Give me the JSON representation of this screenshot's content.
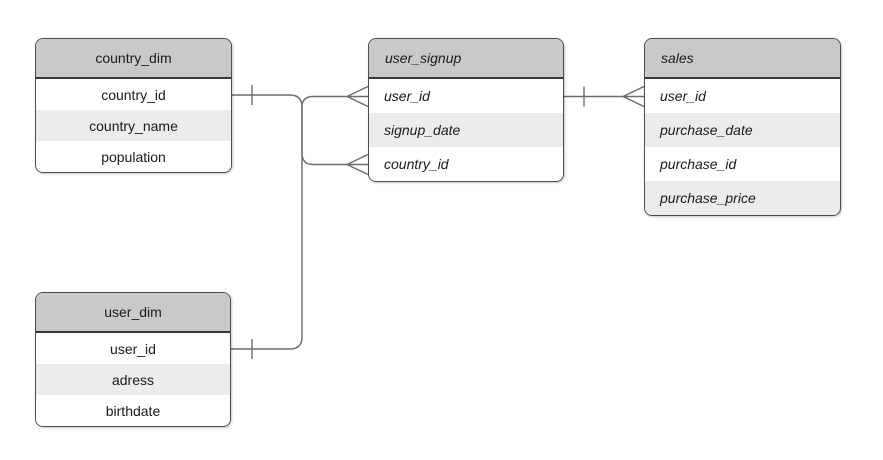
{
  "diagram": {
    "type": "entity-relationship",
    "colors": {
      "canvas_background": "#ffffff",
      "header_fill": "#c9c9c9",
      "row_fill": "#ffffff",
      "row_alt_fill": "#ececec",
      "table_border": "#4d4d4d",
      "header_divider": "#373737",
      "connector_line": "#6b6b6b",
      "text": "#1a1a1a"
    },
    "tables": [
      {
        "title": "country_dim",
        "fields": [
          "country_id",
          "country_name",
          "population"
        ]
      },
      {
        "title": "user_signup",
        "fields": [
          "user_id",
          "signup_date",
          "country_id"
        ]
      },
      {
        "title": "sales",
        "fields": [
          "user_id",
          "purchase_date",
          "purchase_id",
          "purchase_price"
        ]
      },
      {
        "title": "user_dim",
        "fields": [
          "user_id",
          "adress",
          "birthdate"
        ]
      }
    ],
    "relationships": [
      {
        "from_table": "country_dim",
        "from_field": "country_id",
        "from_cardinality": "one",
        "to_table": "user_signup",
        "to_field": "country_id",
        "to_cardinality": "many"
      },
      {
        "from_table": "user_dim",
        "from_field": "user_id",
        "from_cardinality": "one",
        "to_table": "user_signup",
        "to_field": "user_id",
        "to_cardinality": "many"
      },
      {
        "from_table": "user_signup",
        "from_field": "user_id",
        "from_cardinality": "one",
        "to_table": "sales",
        "to_field": "user_id",
        "to_cardinality": "many"
      }
    ]
  }
}
